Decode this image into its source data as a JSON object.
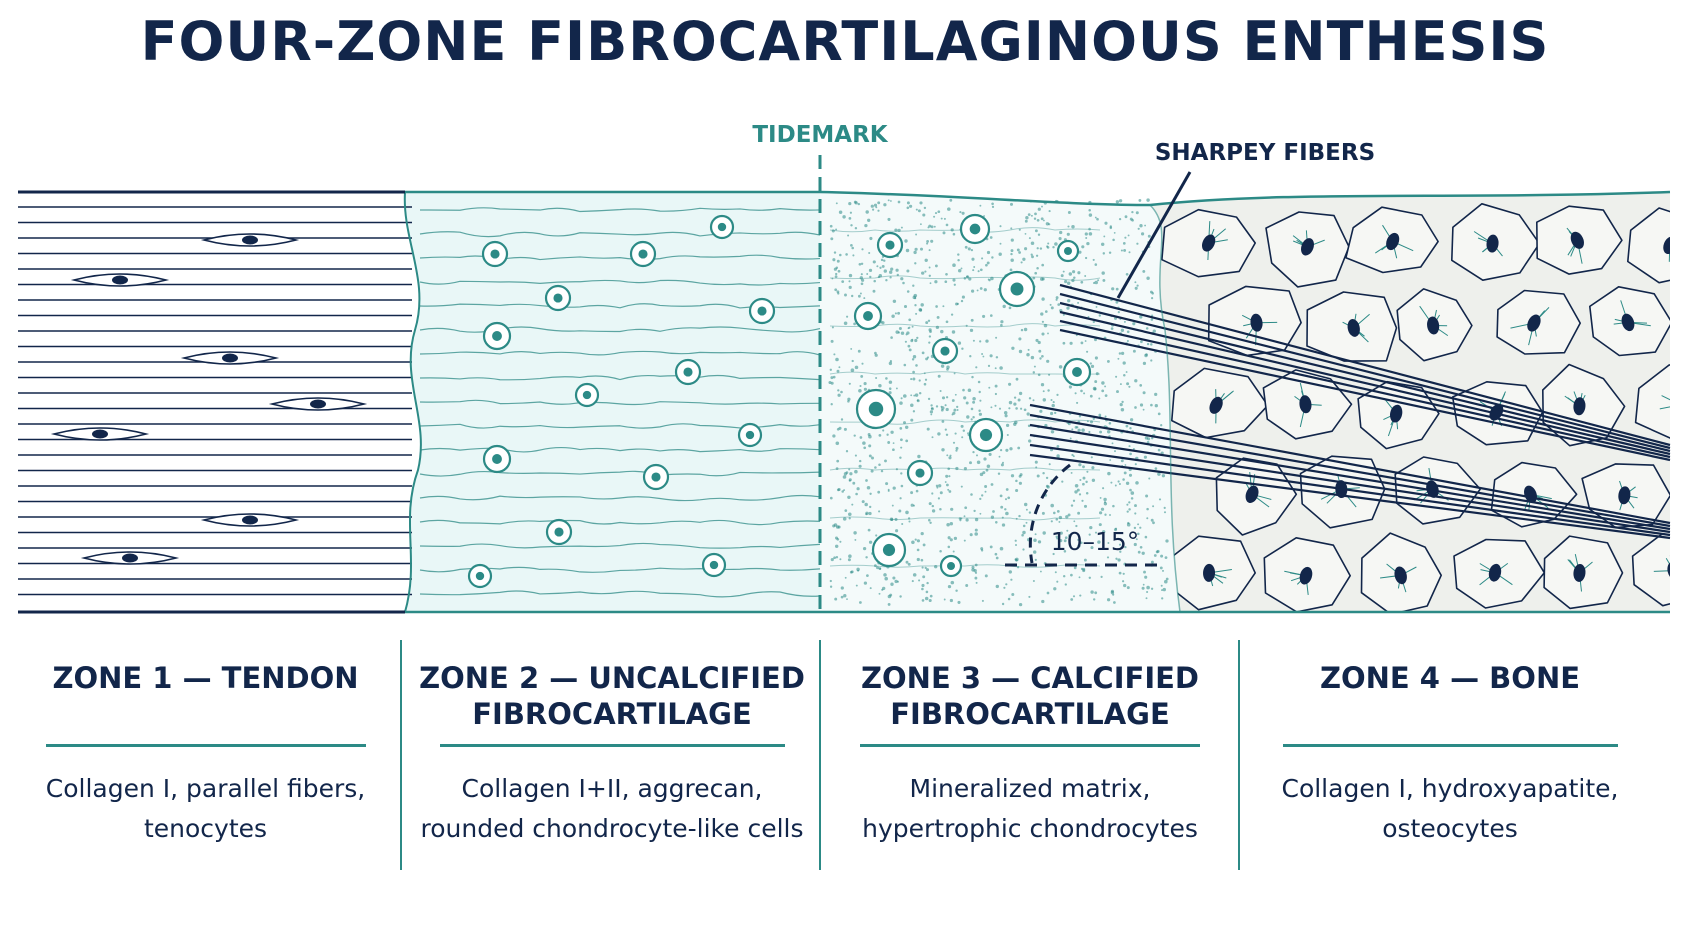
{
  "title": "FOUR-ZONE FIBROCARTILAGINOUS ENTHESIS",
  "labels": {
    "tidemark": "TIDEMARK",
    "sharpey": "SHARPEY FIBERS",
    "angle": "10–15°"
  },
  "zones": [
    {
      "title_lines": [
        "ZONE 1 — TENDON"
      ],
      "desc_lines": [
        "Collagen I, parallel fibers,",
        "tenocytes"
      ]
    },
    {
      "title_lines": [
        "ZONE 2 — UNCALCIFIED",
        "FIBROCARTILAGE"
      ],
      "desc_lines": [
        "Collagen I+II, aggrecan,",
        "rounded chondrocyte-like cells"
      ]
    },
    {
      "title_lines": [
        "ZONE 3 — CALCIFIED",
        "FIBROCARTILAGE"
      ],
      "desc_lines": [
        "Mineralized matrix,",
        "hypertrophic chondrocytes"
      ]
    },
    {
      "title_lines": [
        "ZONE 4 — BONE"
      ],
      "desc_lines": [
        "Collagen I, hydroxyapatite,",
        "osteocytes"
      ]
    }
  ],
  "colors": {
    "navy": "#12264a",
    "teal": "#2c8a86",
    "zone2_fill": "#e9f7f7",
    "zone3_fill": "#f4fafa",
    "bone_fill": "#eef0ec"
  }
}
